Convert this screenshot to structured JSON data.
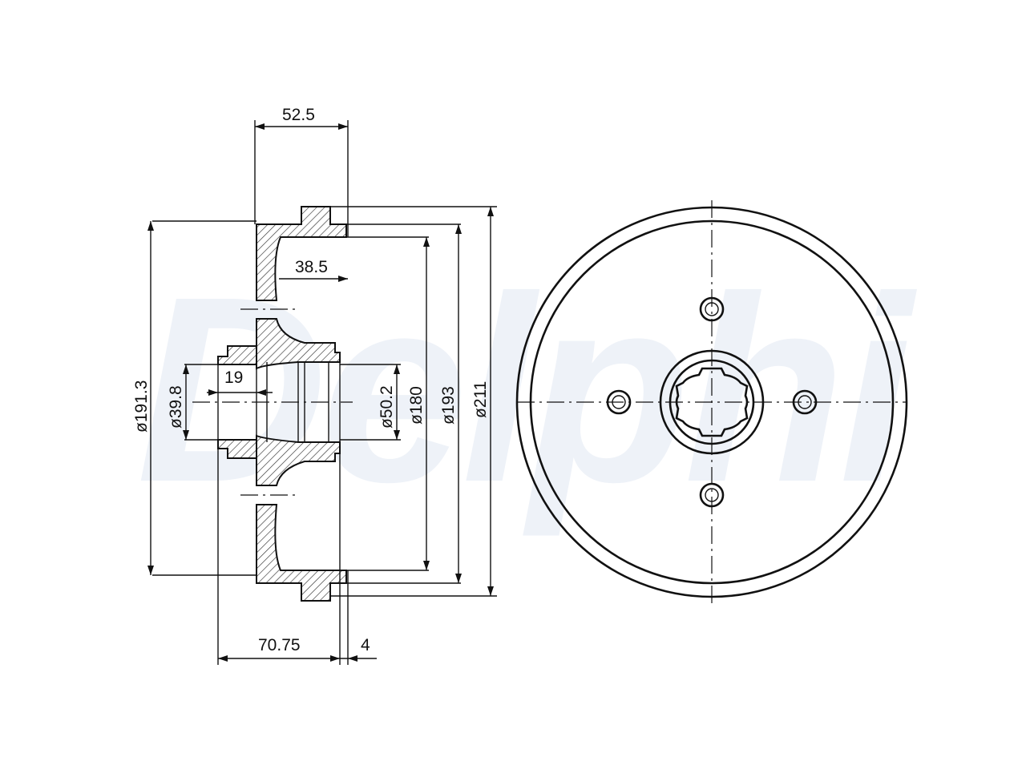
{
  "watermark": {
    "text": "Delphi"
  },
  "dimensions": {
    "top_width": "52.5",
    "inner_depth": "38.5",
    "hub_length": "19",
    "bottom_length": "70.75",
    "bottom_offset": "4",
    "dia_191": "ø191.3",
    "dia_39": "ø39.8",
    "dia_50": "ø50.2",
    "dia_180": "ø180",
    "dia_193": "ø193",
    "dia_211": "ø211"
  }
}
